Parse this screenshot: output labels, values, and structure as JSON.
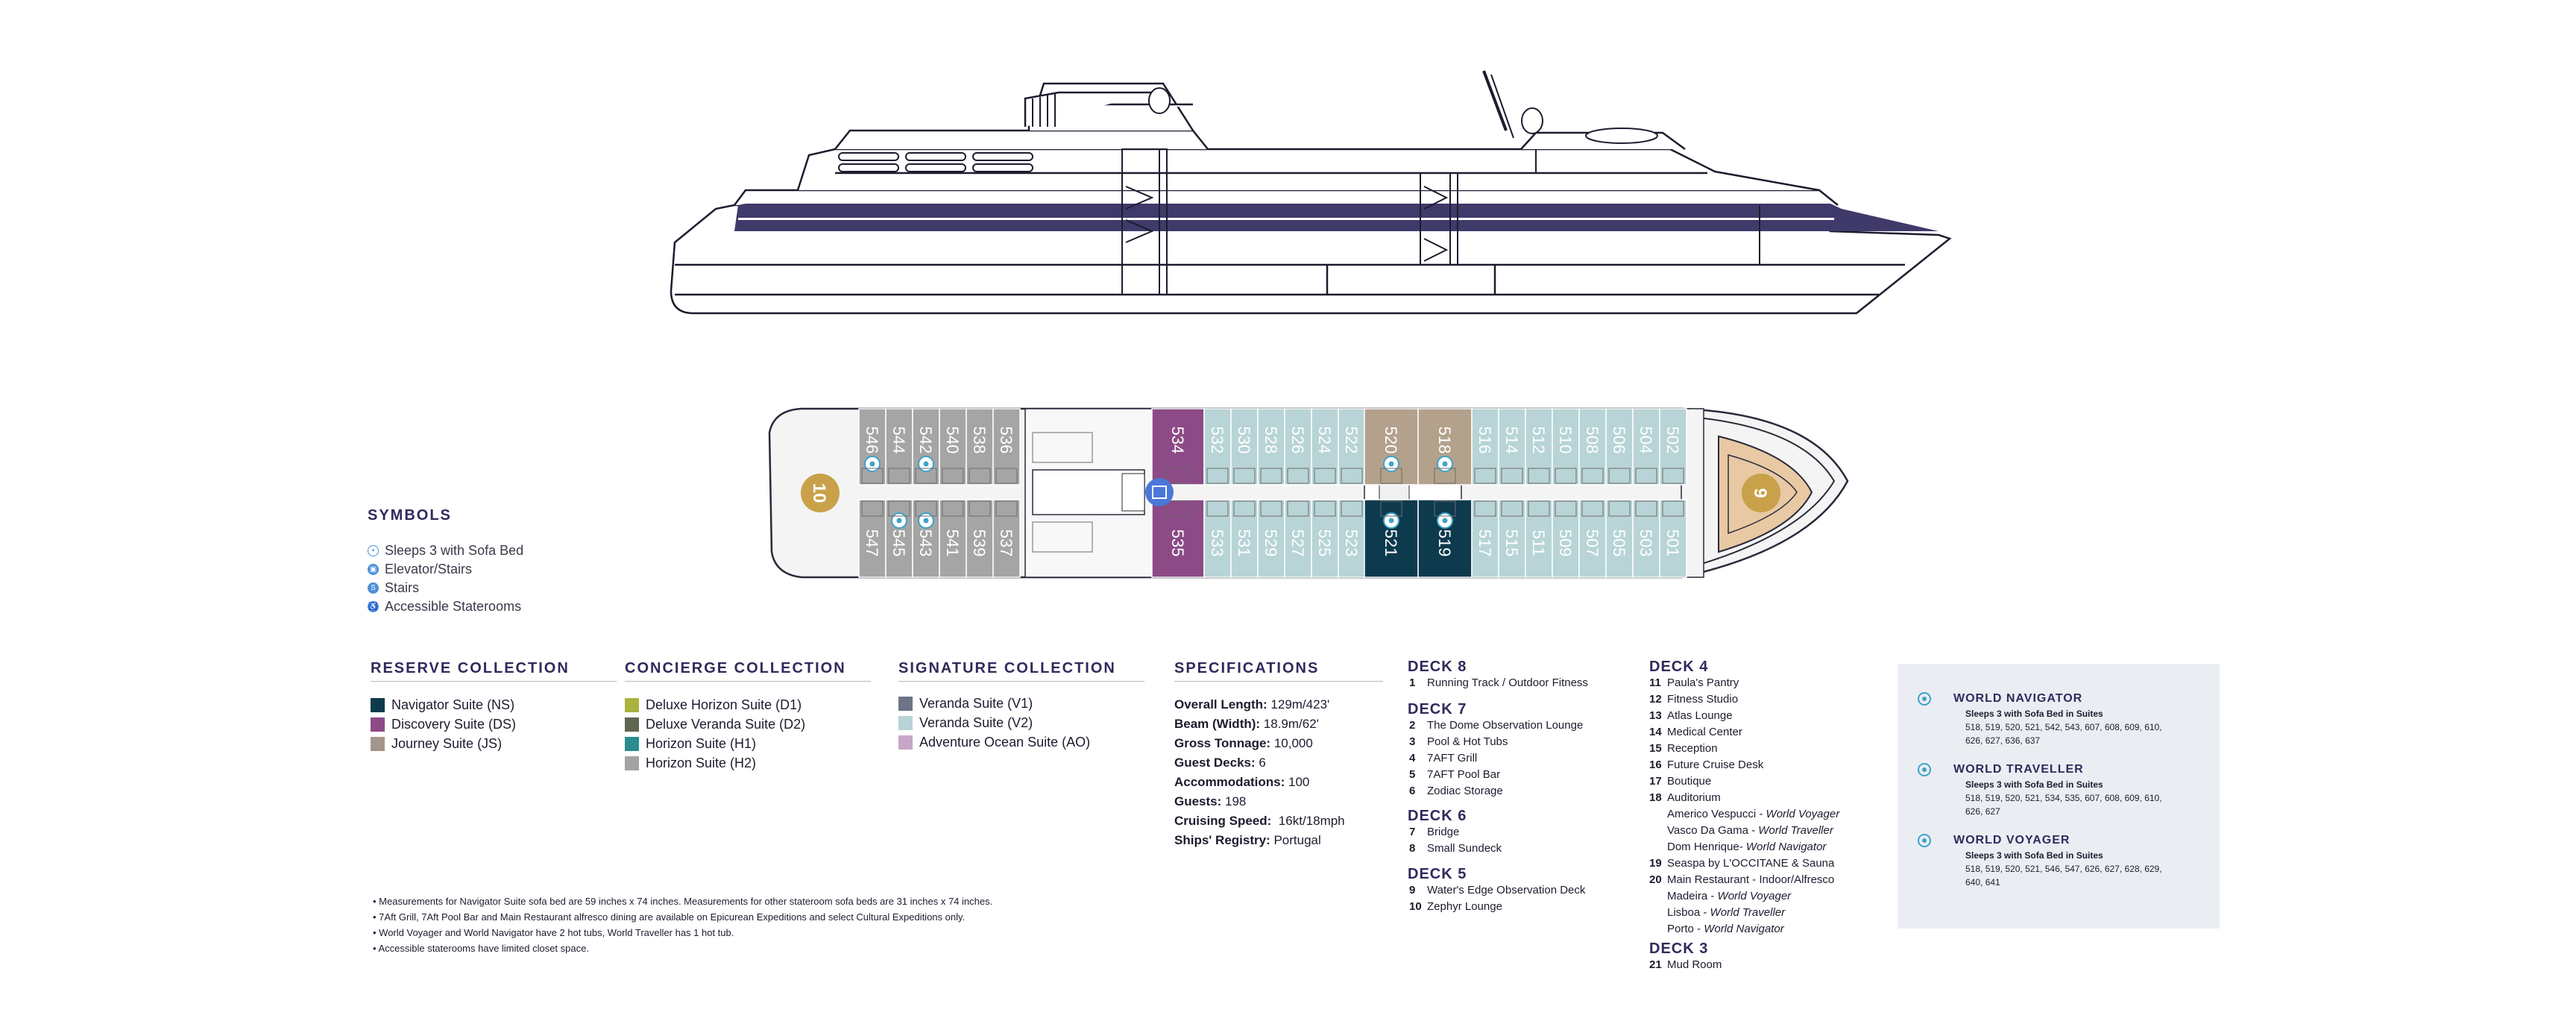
{
  "colors": {
    "navigator": "#0e3a4e",
    "discovery": "#8c4a86",
    "journey": "#a4968a",
    "deluxe_horizon": "#aab23e",
    "deluxe_veranda": "#5e6650",
    "horizon_h1": "#2a8c8e",
    "horizon_h2": "#a3a3a3",
    "veranda_v1": "#6b7585",
    "veranda_v2": "#b8d4d6",
    "adventure_ocean": "#c9a6c8",
    "deck_bg": "#f0f0f0",
    "accent_band": "#4a4570",
    "gold": "#c9a14a"
  },
  "symbols": {
    "title": "SYMBOLS",
    "items": [
      {
        "label": "Sleeps 3 with Sofa Bed",
        "icon": "sofa-bed-icon"
      },
      {
        "label": "Elevator/Stairs",
        "icon": "elevator-icon"
      },
      {
        "label": "Stairs",
        "icon": "stairs-icon"
      },
      {
        "label": "Accessible Staterooms",
        "icon": "accessible-icon"
      }
    ]
  },
  "reserve": {
    "title": "RESERVE COLLECTION",
    "items": [
      "Navigator Suite (NS)",
      "Discovery Suite (DS)",
      "Journey Suite (JS)"
    ]
  },
  "concierge": {
    "title": "CONCIERGE COLLECTION",
    "items": [
      "Deluxe Horizon Suite (D1)",
      "Deluxe Veranda Suite (D2)",
      "Horizon Suite (H1)",
      "Horizon Suite (H2)"
    ]
  },
  "signature": {
    "title": "SIGNATURE COLLECTION",
    "items": [
      "Veranda Suite (V1)",
      "Veranda Suite (V2)",
      "Adventure Ocean Suite (AO)"
    ]
  },
  "specs": {
    "title": "SPECIFICATIONS",
    "items": [
      {
        "k": "Overall Length:",
        "v": " 129m/423'"
      },
      {
        "k": "Beam (Width):",
        "v": " 18.9m/62'"
      },
      {
        "k": "Gross Tonnage:",
        "v": " 10,000"
      },
      {
        "k": "Guest Decks:",
        "v": " 6"
      },
      {
        "k": "Accommodations:",
        "v": " 100"
      },
      {
        "k": "Guests:",
        "v": " 198"
      },
      {
        "k": "Cruising Speed:",
        "v": "  16kt/18mph"
      },
      {
        "k": "Ships' Registry:",
        "v": " Portugal"
      }
    ]
  },
  "decks_a": [
    {
      "title": "DECK 8",
      "items": [
        [
          "1",
          "Running Track / Outdoor Fitness"
        ],
        [
          "",
          ""
        ]
      ]
    },
    {
      "title": "DECK 7",
      "items": [
        [
          "2",
          "The Dome Observation Lounge"
        ],
        [
          "3",
          "Pool & Hot Tubs"
        ],
        [
          "4",
          "7AFT Grill"
        ],
        [
          "5",
          "7AFT Pool Bar"
        ],
        [
          "6",
          "Zodiac Storage"
        ]
      ]
    },
    {
      "title": "DECK 6",
      "items": [
        [
          "7",
          "Bridge"
        ],
        [
          "8",
          "Small Sundeck"
        ]
      ]
    },
    {
      "title": "DECK 5",
      "items": [
        [
          "9",
          "Water's Edge Observation Deck"
        ],
        [
          "10",
          "Zephyr Lounge"
        ]
      ]
    }
  ],
  "deck4": {
    "title": "DECK 4",
    "items": [
      [
        "11",
        "Paula's Pantry"
      ],
      [
        "12",
        "Fitness Studio"
      ],
      [
        "13",
        "Atlas Lounge"
      ],
      [
        "14",
        "Medical Center"
      ],
      [
        "15",
        "Reception"
      ],
      [
        "16",
        "Future Cruise Desk"
      ],
      [
        "17",
        "Boutique"
      ],
      [
        "18",
        "Auditorium"
      ]
    ],
    "sub18": [
      {
        "a": "Americo Vespucci - ",
        "b": "World Voyager"
      },
      {
        "a": "Vasco Da Gama - ",
        "b": "World Traveller"
      },
      {
        "a": "Dom Henrique- ",
        "b": "World Navigator"
      }
    ],
    "items2": [
      [
        "19",
        "Seaspa by L'OCCITANE & Sauna"
      ],
      [
        "20",
        "Main Restaurant - Indoor/Alfresco"
      ]
    ],
    "sub20": [
      {
        "a": "Madeira - ",
        "b": "World Voyager"
      },
      {
        "a": "Lisboa - ",
        "b": "World Traveller"
      },
      {
        "a": "Porto - ",
        "b": "World Navigator"
      }
    ]
  },
  "deck3": {
    "title": "DECK 3",
    "items": [
      [
        "21",
        "Mud Room"
      ]
    ]
  },
  "voyagers": [
    {
      "title": "WORLD NAVIGATOR",
      "sub": "Sleeps 3 with Sofa Bed in Suites",
      "list": "518, 519, 520, 521, 542, 543, 607, 608, 609, 610, 626, 627, 636, 637"
    },
    {
      "title": "WORLD TRAVELLER",
      "sub": "Sleeps 3 with Sofa Bed in Suites",
      "list": "518, 519, 520, 521, 534, 535, 607, 608, 609, 610, 626, 627"
    },
    {
      "title": "WORLD VOYAGER",
      "sub": "Sleeps 3 with Sofa Bed in Suites",
      "list": "518, 519, 520, 521, 546, 547, 626, 627, 628, 629, 640, 641"
    }
  ],
  "notes": [
    "• Measurements for Navigator Suite sofa bed are 59 inches x 74 inches. Measurements for other stateroom sofa beds are 31 inches x 74 inches.",
    "• 7Aft Grill, 7Aft Pool Bar and Main Restaurant alfresco dining are available on Epicurean Expeditions and select Cultural Expeditions only.",
    "• World Voyager and World Navigator have 2 hot tubs, World Traveller has 1 hot tub.",
    "• Accessible staterooms have limited closet space."
  ],
  "plan": {
    "aft_marker": "10",
    "fwd_marker": "9",
    "top_rows": [
      {
        "group": "journey",
        "cabins": [
          "546",
          "544",
          "542",
          "540",
          "538",
          "536"
        ]
      },
      {
        "group": "discovery",
        "cabins": [
          "534"
        ]
      },
      {
        "group": "v2",
        "cabins": [
          "532",
          "530",
          "528",
          "526",
          "524",
          "522"
        ]
      },
      {
        "group": "tan",
        "cabins": [
          "520",
          "518"
        ]
      },
      {
        "group": "v2",
        "cabins": [
          "516",
          "514",
          "512",
          "510",
          "508",
          "506",
          "504",
          "502"
        ]
      }
    ],
    "bottom_rows": [
      {
        "group": "journey",
        "cabins": [
          "547",
          "545",
          "543",
          "541",
          "539",
          "537"
        ]
      },
      {
        "group": "discovery",
        "cabins": [
          "535"
        ]
      },
      {
        "group": "v2",
        "cabins": [
          "533",
          "531",
          "529",
          "527",
          "525",
          "523"
        ]
      },
      {
        "group": "navigator",
        "cabins": [
          "521",
          "519"
        ]
      },
      {
        "group": "v2",
        "cabins": [
          "517",
          "515",
          "511",
          "509",
          "507",
          "505",
          "503",
          "501"
        ]
      }
    ],
    "sofa_top": [
      "546",
      "542",
      "520",
      "518"
    ],
    "sofa_bottom": [
      "545",
      "543",
      "521",
      "519"
    ]
  }
}
